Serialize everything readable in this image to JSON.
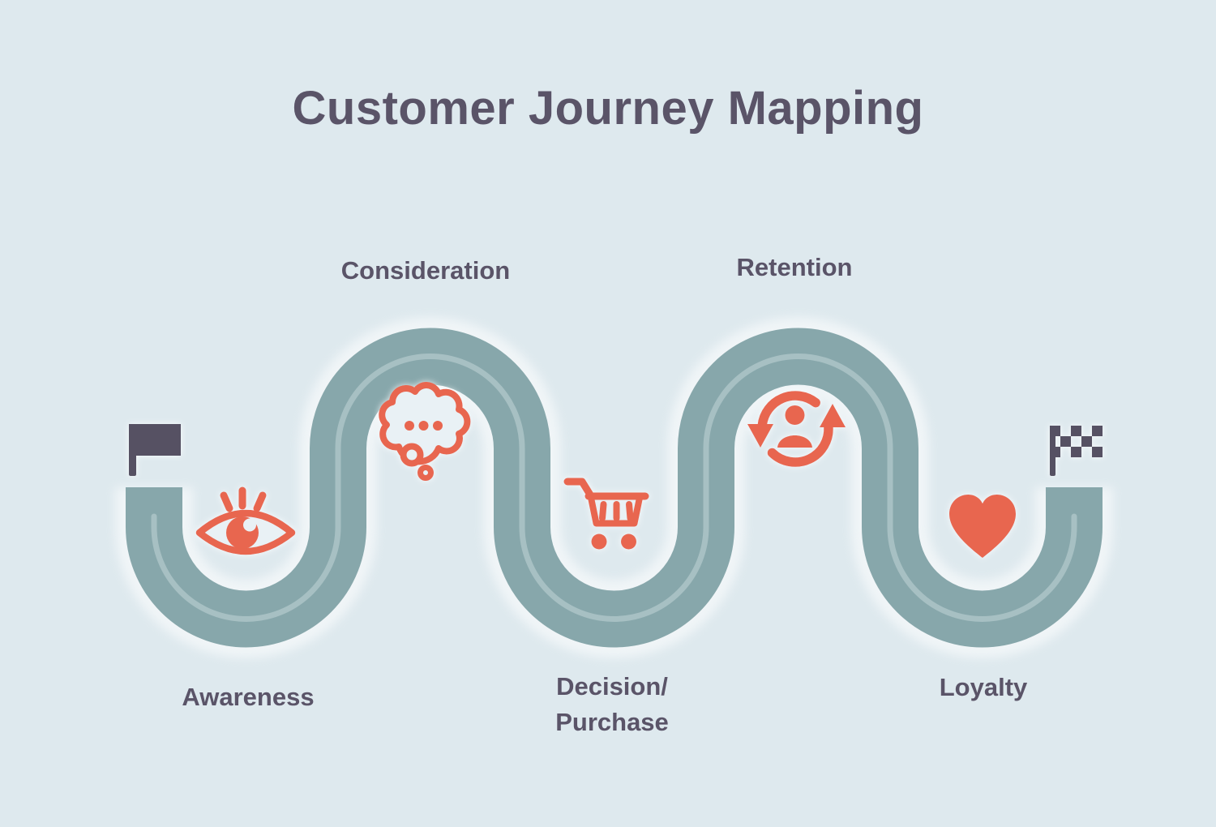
{
  "title": "Customer Journey Mapping",
  "stages": [
    {
      "name": "awareness",
      "label_lines": [
        "Awareness"
      ],
      "icon": "eye-icon",
      "label_position": "below-path"
    },
    {
      "name": "consideration",
      "label_lines": [
        "Consideration"
      ],
      "icon": "thought-bubble-icon",
      "label_position": "above-path"
    },
    {
      "name": "decision-purchase",
      "label_lines": [
        "Decision/",
        "Purchase"
      ],
      "icon": "shopping-cart-icon",
      "label_position": "below-path"
    },
    {
      "name": "retention",
      "label_lines": [
        "Retention"
      ],
      "icon": "person-sync-arrows-icon",
      "label_position": "above-path"
    },
    {
      "name": "loyalty",
      "label_lines": [
        "Loyalty"
      ],
      "icon": "heart-icon",
      "label_position": "below-path"
    }
  ],
  "path_markers": {
    "start": "start-flag-icon",
    "finish": "checkered-finish-flag-icon"
  },
  "colors": {
    "background": "#dee9ee",
    "road": "#87a7ab",
    "road_centerline": "#a7c0c3",
    "icon_coral": "#e8664f",
    "text_slate": "#5a5468",
    "flag_slate": "#575164"
  }
}
